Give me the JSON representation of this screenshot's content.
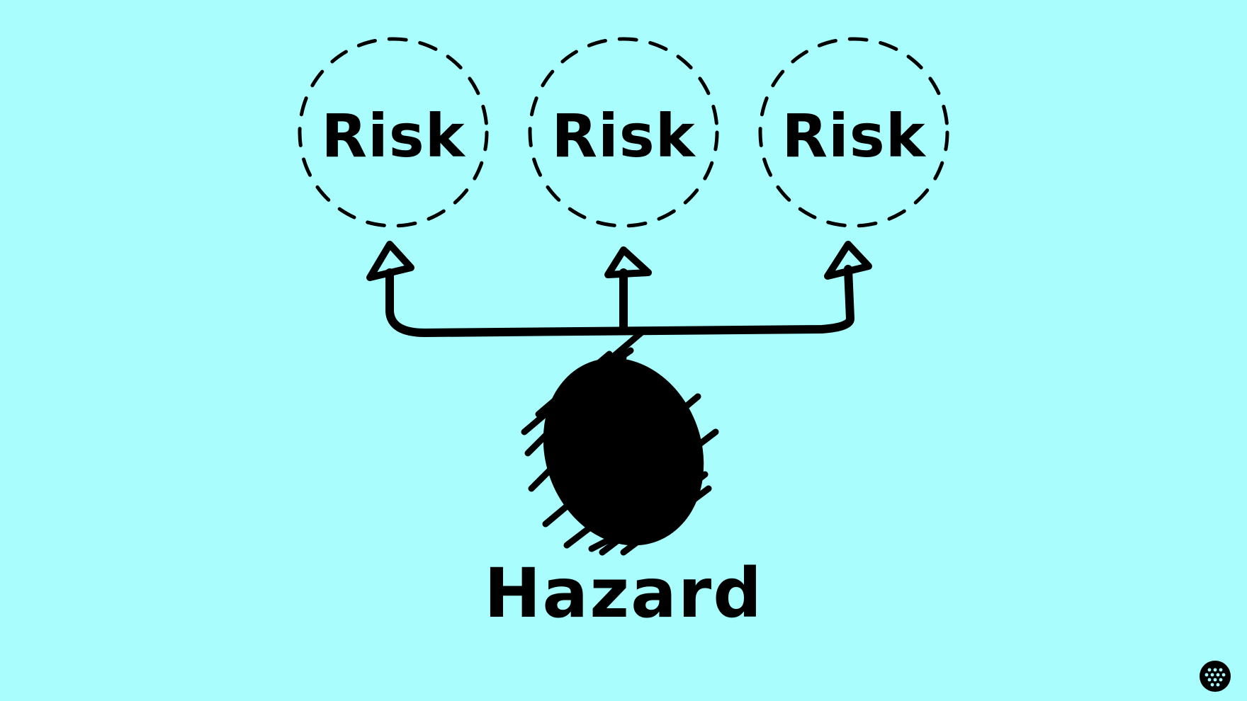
{
  "diagram": {
    "risks": [
      {
        "label": "Risk"
      },
      {
        "label": "Risk"
      },
      {
        "label": "Risk"
      }
    ],
    "hazard": {
      "label": "Hazard"
    }
  },
  "colors": {
    "background": "#aafdfd",
    "ink": "#000000"
  },
  "icons": {
    "corner_logo": "dotted-circle-logo"
  }
}
